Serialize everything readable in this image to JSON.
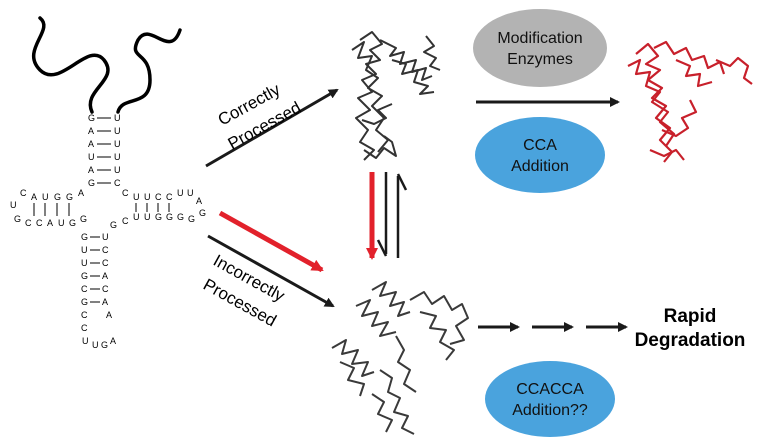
{
  "arrow_labels": {
    "correct_line1": "Correctly",
    "correct_line2": "Processed",
    "incorrect_line1": "Incorrectly",
    "incorrect_line2": "Processed"
  },
  "ovals": {
    "modification_line1": "Modification",
    "modification_line2": "Enzymes",
    "modification_color": "#b3b3b3",
    "cca_line1": "CCA",
    "cca_line2": "Addition",
    "cca_color": "#4aa3dd",
    "ccacca_line1": "CCACCA",
    "ccacca_line2": "Addition??",
    "ccacca_color": "#4aa3dd"
  },
  "outcome": {
    "line1": "Rapid",
    "line2": "Degradation"
  },
  "colors": {
    "arrow": "#1a1a1a",
    "red_arrow": "#e2212b",
    "folded_trna": "#c8202b",
    "trna_backbone": "#333333"
  },
  "trna_sequence": {
    "acceptor_5prime": [
      "G",
      "A",
      "A",
      "U",
      "A",
      "G"
    ],
    "acceptor_3prime": [
      "U",
      "U",
      "U",
      "U",
      "U",
      "C"
    ],
    "d_arm": [
      "A",
      "G",
      "G",
      "U",
      "A",
      "C",
      "U",
      "G",
      "C",
      "C",
      "A",
      "U",
      "G",
      "G"
    ],
    "t_arm": [
      "C",
      "U",
      "U",
      "C",
      "C",
      "U",
      "U",
      "A",
      "G",
      "G",
      "G",
      "G",
      "G",
      "U",
      "U",
      "C",
      "G"
    ],
    "anticodon_left": [
      "G",
      "U",
      "U",
      "G",
      "C",
      "G",
      "C"
    ],
    "anticodon_right": [
      "U",
      "C",
      "C",
      "A",
      "C",
      "A",
      "A"
    ],
    "anticodon_loop": [
      "C",
      "U",
      "U",
      "G",
      "A"
    ]
  }
}
